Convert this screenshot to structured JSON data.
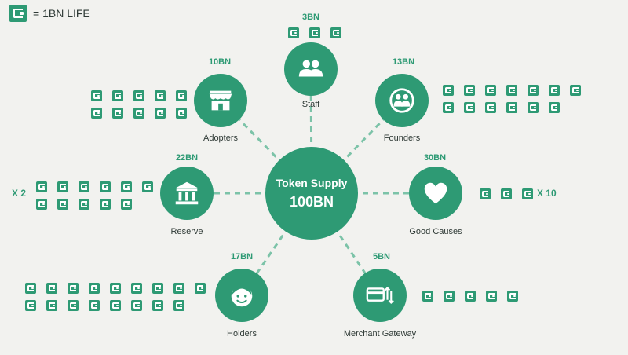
{
  "legend": {
    "text": "= 1BN LIFE",
    "icon": "wallet-icon"
  },
  "colors": {
    "accent": "#2e9a74",
    "text": "#2f3a36",
    "background": "#f2f2ef"
  },
  "hub": {
    "title": "Token Supply",
    "value": "100BN"
  },
  "nodes": [
    {
      "key": "staff",
      "label": "Staff",
      "value": "3BN",
      "icon": "people-icon",
      "tokens": 3
    },
    {
      "key": "adopters",
      "label": "Adopters",
      "value": "10BN",
      "icon": "store-icon",
      "tokens": 10
    },
    {
      "key": "founders",
      "label": "Founders",
      "value": "13BN",
      "icon": "founders-icon",
      "tokens": 13
    },
    {
      "key": "reserve",
      "label": "Reserve",
      "value": "22BN",
      "icon": "bank-icon",
      "tokens": 11,
      "multiplier": "X 2"
    },
    {
      "key": "good_causes",
      "label": "Good Causes",
      "value": "30BN",
      "icon": "heart-icon",
      "tokens": 3,
      "multiplier": "X 10"
    },
    {
      "key": "holders",
      "label": "Holders",
      "value": "17BN",
      "icon": "smiley-face-icon",
      "tokens": 17
    },
    {
      "key": "merchant_gateway",
      "label": "Merchant Gateway",
      "value": "5BN",
      "icon": "card-transfer-icon",
      "tokens": 5
    }
  ]
}
